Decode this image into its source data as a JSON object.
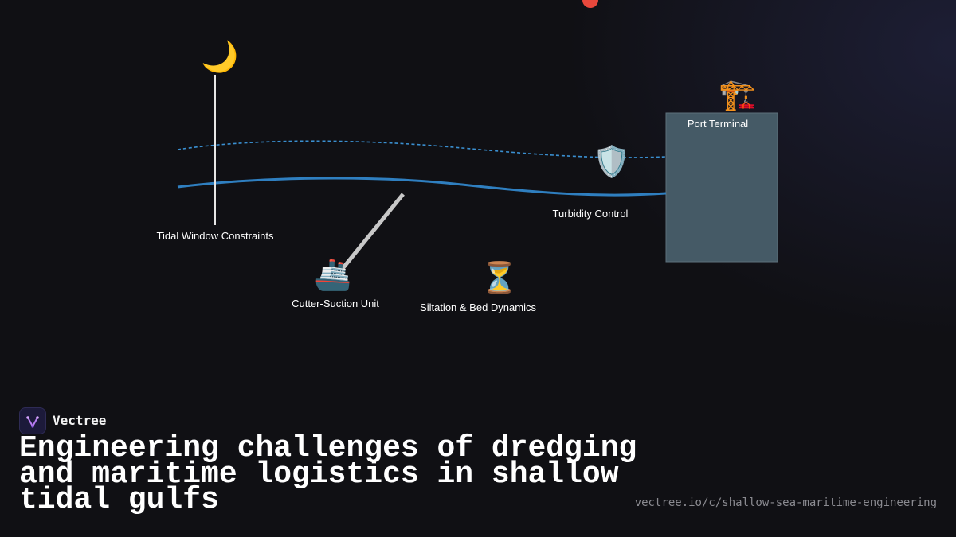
{
  "diagram": {
    "nodes": [
      {
        "id": "tidal",
        "label": "Tidal Window Constraints",
        "icon": "crescent-moon-icon",
        "glyph": "🌙"
      },
      {
        "id": "cutter",
        "label": "Cutter-Suction Unit",
        "icon": "ship-icon",
        "glyph": "🚢"
      },
      {
        "id": "siltation",
        "label": "Siltation & Bed Dynamics",
        "icon": "hourglass-icon",
        "glyph": "⏳"
      },
      {
        "id": "turbidity",
        "label": "Turbidity Control",
        "icon": "shield-icon",
        "glyph": "🛡️"
      },
      {
        "id": "port",
        "label": "Port Terminal",
        "icon": "crane-icon",
        "glyph": "🏗️"
      }
    ],
    "colors": {
      "water_line": "#2f7fc0",
      "dashed_line": "#3a8fd0",
      "terminal_block": "#455a66",
      "marker": "#e8483c"
    }
  },
  "brand": {
    "name": "Vectree",
    "icon": "vectree-logo-icon"
  },
  "title": "Engineering challenges of dredging and maritime logistics in shallow tidal gulfs",
  "url": "vectree.io/c/shallow-sea-maritime-engineering"
}
